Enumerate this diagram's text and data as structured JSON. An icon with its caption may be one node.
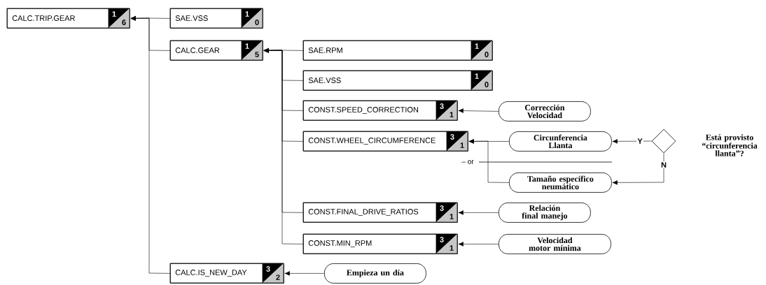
{
  "diagram": {
    "nodes": [
      {
        "text": [
          "CALC.TRIP.GEAR",
          "1",
          "6"
        ]
      },
      {
        "text": [
          "SAE.VSS",
          "1",
          "0"
        ]
      },
      {
        "text": [
          "CALC.GEAR",
          "1",
          "5"
        ]
      },
      {
        "text": [
          "SAE.RPM",
          "1",
          "0"
        ]
      },
      {
        "text": [
          "SAE.VSS",
          "1",
          "0"
        ]
      },
      {
        "text": [
          "CONST.SPEED_CORRECTION",
          "3",
          "1"
        ]
      },
      {
        "text": [
          "CONST.WHEEL_CIRCUMFERENCE",
          "3",
          "1"
        ]
      },
      {
        "text": [
          "CONST.FINAL_DRIVE_RATIOS",
          "3",
          "1"
        ]
      },
      {
        "text": [
          "CONST.MIN_RPM",
          "3",
          "1"
        ]
      },
      {
        "text": [
          "CALC.IS_NEW_DAY",
          "3",
          "2"
        ]
      },
      {
        "text": [
          "Corrección Velocidad"
        ]
      },
      {
        "text": [
          "Circunferencia Llanta"
        ]
      },
      {
        "text": [
          "Tamaño específico neumático"
        ]
      },
      {
        "text": [
          "Relación final manejo"
        ]
      },
      {
        "text": [
          "Velocidad motor mínima"
        ]
      },
      {
        "text": [
          "Empieza un día"
        ]
      },
      {
        "text": [],
        "shape": "diamond",
        "beside": [
          "Está provisto “circunferencia llanta”?"
        ]
      }
    ],
    "edges": [
      {
        "from": 1,
        "to": 0,
        "arrow": "to"
      },
      {
        "from": 2,
        "to": 0,
        "arrow": "to"
      },
      {
        "from": 9,
        "to": 0,
        "arrow": "to"
      },
      {
        "from": 3,
        "to": 2,
        "arrow": "to"
      },
      {
        "from": 4,
        "to": 2,
        "arrow": "to"
      },
      {
        "from": 5,
        "to": 2,
        "arrow": "to"
      },
      {
        "from": 6,
        "to": 2,
        "arrow": "to"
      },
      {
        "from": 7,
        "to": 2,
        "arrow": "to"
      },
      {
        "from": 8,
        "to": 2,
        "arrow": "to"
      },
      {
        "from": 10,
        "to": 5,
        "arrow": "to"
      },
      {
        "from": 11,
        "to": 6,
        "arrow": "to"
      },
      {
        "from": 12,
        "to": 6,
        "arrow": "to"
      },
      {
        "from": 13,
        "to": 7,
        "arrow": "to"
      },
      {
        "from": 14,
        "to": 8,
        "arrow": "to"
      },
      {
        "from": 15,
        "to": 9,
        "arrow": "to"
      },
      {
        "from": 16,
        "to": 11,
        "arrow": "to",
        "label": "Y"
      },
      {
        "from": 16,
        "to": 12,
        "arrow": "to",
        "label": "N"
      }
    ],
    "labels": [
      "– or"
    ]
  }
}
